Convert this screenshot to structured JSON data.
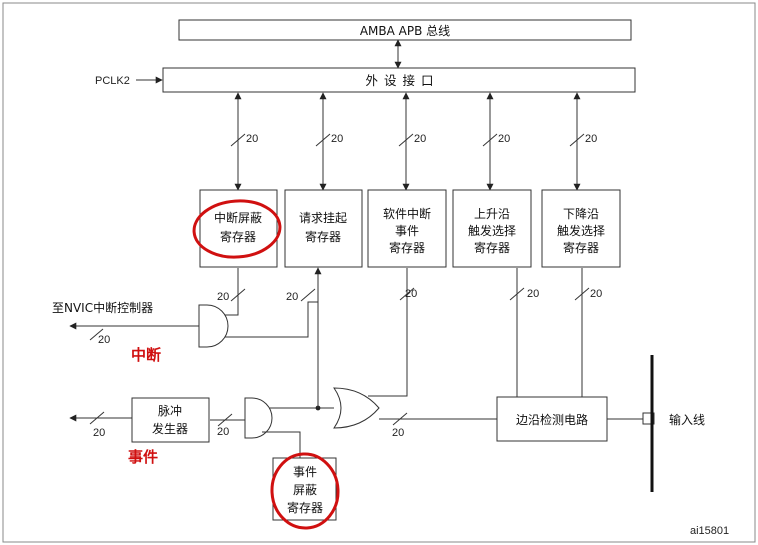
{
  "diagram": {
    "amba_bus": "AMBA APB 总线",
    "pclk": "PCLK2",
    "peripheral_interface": "外 设 接 口",
    "bus_width": "20",
    "registers": [
      {
        "line1": "中断屏蔽",
        "line2": "寄存器",
        "line3": ""
      },
      {
        "line1": "请求挂起",
        "line2": "寄存器",
        "line3": ""
      },
      {
        "line1": "软件中断",
        "line2": "事件",
        "line3": "寄存器"
      },
      {
        "line1": "上升沿",
        "line2": "触发选择",
        "line3": "寄存器"
      },
      {
        "line1": "下降沿",
        "line2": "触发选择",
        "line3": "寄存器"
      }
    ],
    "nvic_label": "至NVIC中断控制器",
    "interrupt_label": "中断",
    "pulse_gen_line1": "脉冲",
    "pulse_gen_line2": "发生器",
    "event_label": "事件",
    "event_mask_line1": "事件",
    "event_mask_line2": "屏蔽",
    "event_mask_line3": "寄存器",
    "edge_detect": "边沿检测电路",
    "input_line": "输入线",
    "figure_id": "ai15801",
    "colors": {
      "annotation": "#d01010",
      "line": "#333333"
    }
  }
}
